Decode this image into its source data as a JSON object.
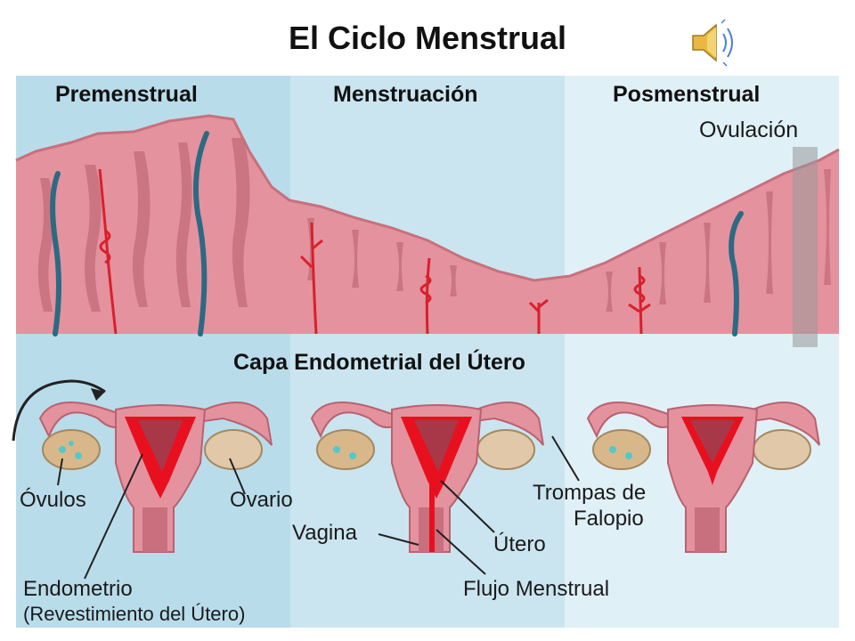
{
  "title": "El Ciclo Menstrual",
  "phases": [
    "Premenstrual",
    "Menstruación",
    "Posmenstrual"
  ],
  "ovulation_label": "Ovulación",
  "layer_title": "Capa Endometrial del Útero",
  "labels": {
    "ovules": "Óvulos",
    "ovary": "Ovario",
    "endometrium": "Endometrio",
    "endometrium_sub": "(Revestimiento del Útero)",
    "vagina": "Vagina",
    "fallopian_1": "Trompas de",
    "fallopian_2": "Falopio",
    "uterus": "Útero",
    "flow": "Flujo Menstrual"
  },
  "colors": {
    "panel_dark": "#b9dcea",
    "panel_mid": "#cae5f0",
    "panel_light": "#e0f0f7",
    "tissue": "#e4929e",
    "tissue_dark": "#c8707e",
    "artery": "#d9202c",
    "vein": "#2c6a82",
    "menstrual_red": "#e8101e"
  },
  "icons": {
    "sound": "speaker-icon"
  }
}
